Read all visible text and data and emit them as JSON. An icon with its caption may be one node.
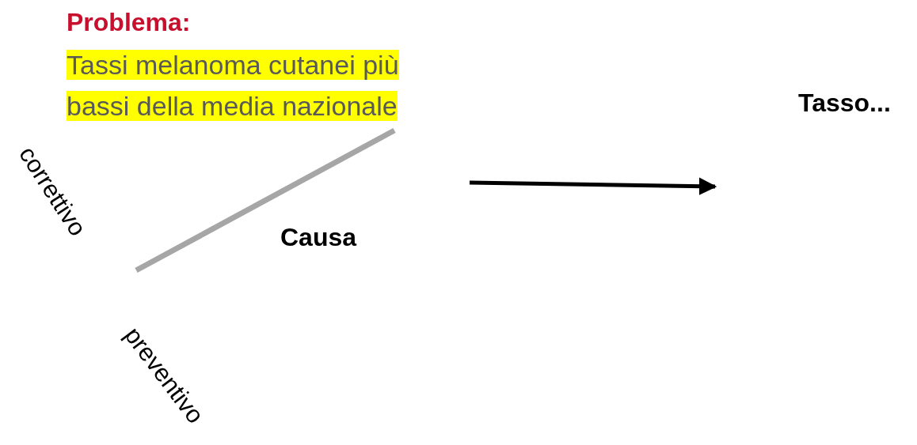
{
  "diagram": {
    "labels": [
      "Problema:",
      "Tassi melanoma cutanei più bassi della media nazionale",
      "correttivo",
      "preventivo",
      "Causa",
      "Tasso..."
    ]
  }
}
